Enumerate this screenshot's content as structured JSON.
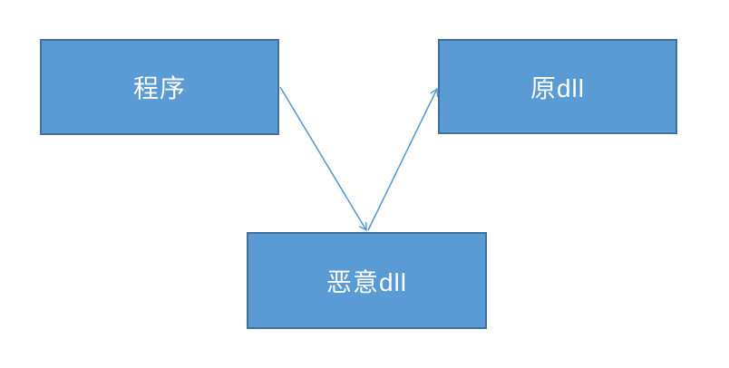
{
  "diagram": {
    "title": "dll-hijacking-flow",
    "colors": {
      "box_fill": "#5b9bd5",
      "box_border": "#41719c",
      "arrow": "#5b9bd5",
      "text": "#ffffff",
      "background": "#ffffff"
    },
    "nodes": [
      {
        "id": "program",
        "label": "程序"
      },
      {
        "id": "original-dll",
        "label": "原dll"
      },
      {
        "id": "malicious-dll",
        "label": "恶意dll"
      }
    ],
    "edges": [
      {
        "from": "program",
        "to": "malicious-dll"
      },
      {
        "from": "malicious-dll",
        "to": "original-dll"
      }
    ]
  }
}
